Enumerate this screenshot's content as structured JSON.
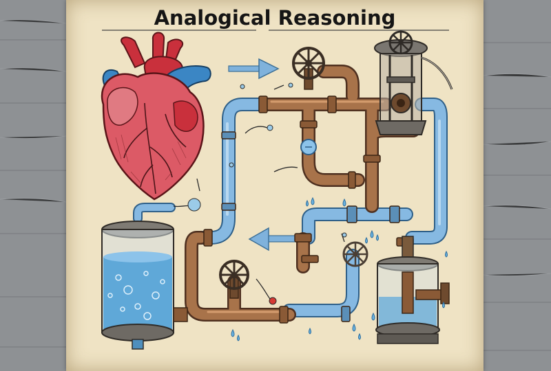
{
  "title": "Analogical Reasoning",
  "colors": {
    "paper": "#efe3c4",
    "wood": "#8e9194",
    "heart_red": "#c9303c",
    "heart_blue": "#3b86c4",
    "pipe_blue": "#7fb2dc",
    "pipe_copper": "#9b6b44",
    "water": "#5fa8d8",
    "ink": "#1f1f1f"
  },
  "icons": [
    "heart-illustration",
    "pipe-network",
    "valve-wheel-icon",
    "pump-cylinder",
    "water-tank",
    "right-arrow-icon",
    "left-arrow-icon",
    "water-drop-icon"
  ]
}
